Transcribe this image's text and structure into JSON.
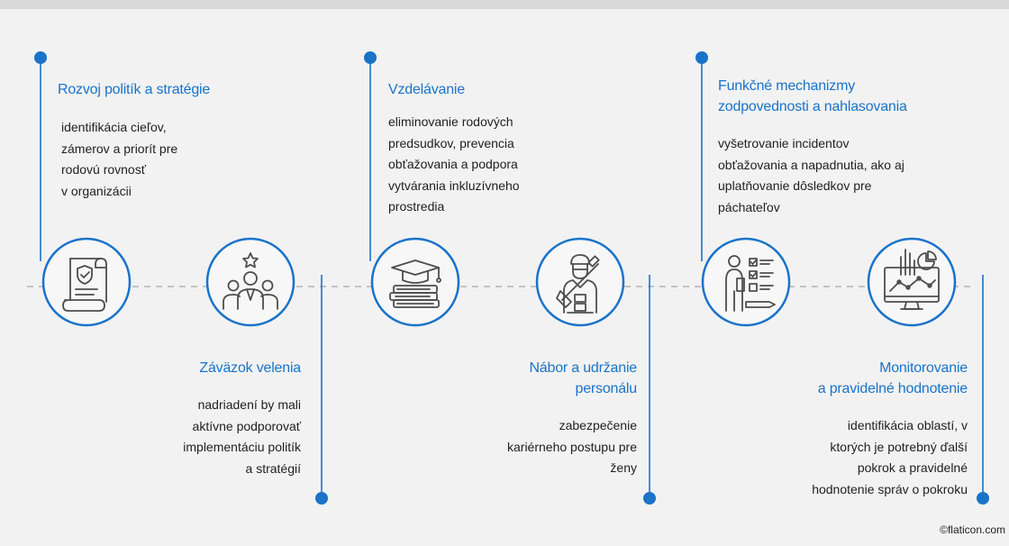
{
  "steps": [
    {
      "title": "Rozvoj politík a stratégie",
      "desc": [
        "identifikácia cieľov,",
        "zámerov a priorít pre",
        "rodovú rovnosť",
        "v organizácii"
      ],
      "icon": "policy-document-icon"
    },
    {
      "title": "Záväzok velenia",
      "desc": [
        "nadriadení by mali",
        "aktívne podporovať",
        "implementáciu politík",
        "a stratégií"
      ],
      "icon": "leadership-team-icon"
    },
    {
      "title": "Vzdelávanie",
      "desc": [
        "eliminovanie rodových",
        "predsudkov, prevencia",
        "obťažovania a podpora",
        "vytvárania inkluzívneho",
        "prostredia"
      ],
      "icon": "education-books-icon"
    },
    {
      "title": [
        "Nábor a udržanie",
        "personálu"
      ],
      "desc": [
        "zabezpečenie",
        "kariérneho postupu pre",
        "ženy"
      ],
      "icon": "soldier-recruit-icon"
    },
    {
      "title": [
        "Funkčné mechanizmy",
        "zodpovednosti a nahlasovania"
      ],
      "desc": [
        "vyšetrovanie incidentov",
        "obťažovania a napadnutia, ako aj",
        "uplatňovanie dôsledkov pre",
        "páchateľov"
      ],
      "icon": "checklist-report-icon"
    },
    {
      "title": [
        "Monitorovanie",
        "a pravidelné hodnotenie"
      ],
      "desc": [
        "identifikácia oblastí, v",
        "ktorých je potrebný ďalší",
        "pokrok a pravidelné",
        "hodnotenie správ o pokroku"
      ],
      "icon": "monitoring-chart-icon"
    }
  ],
  "credit": "©flaticon.com",
  "colors": {
    "accent": "#1a73c9",
    "text": "#1f1f1f",
    "background": "#f2f2f2",
    "dash": "#b3b3b3"
  }
}
